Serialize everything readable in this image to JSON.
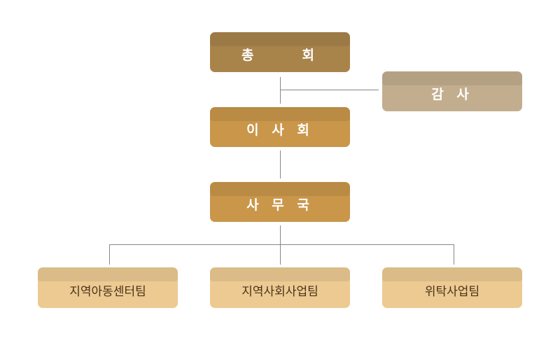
{
  "nodes": {
    "general_assembly": "총     회",
    "audit": "감 사",
    "board": "이 사 회",
    "secretariat": "사 무 국",
    "teams": [
      "지역아동센터팀",
      "지역사회사업팀",
      "위탁사업팀"
    ]
  },
  "colors": {
    "general_assembly": "#a8844b",
    "audit": "#c2ae8e",
    "board": "#c9964a",
    "team": "#ecca92",
    "connector": "#888888"
  }
}
